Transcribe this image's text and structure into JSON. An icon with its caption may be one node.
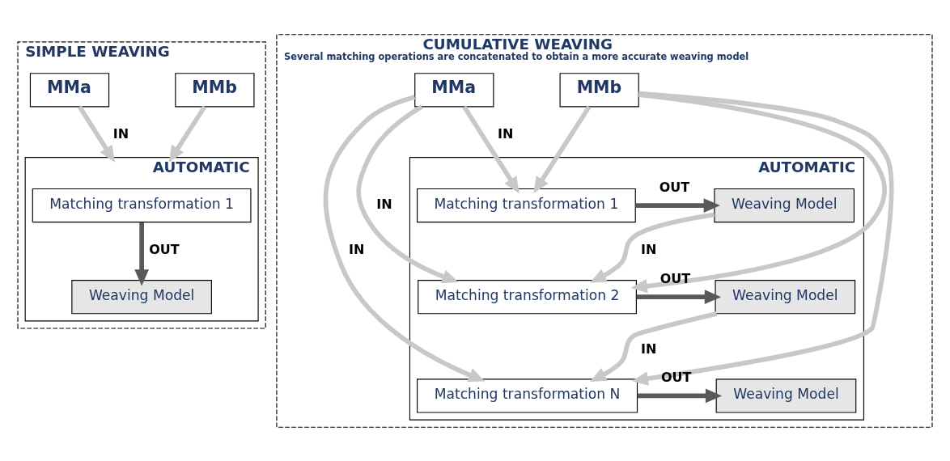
{
  "diagram": {
    "nodes": [
      {
        "text": [
          "SIMPLE WEAVING"
        ]
      },
      {
        "text": [
          "MMa"
        ],
        "in": 0
      },
      {
        "text": [
          "MMb"
        ],
        "in": 0
      },
      {
        "text": [
          "AUTOMATIC"
        ],
        "in": 0
      },
      {
        "text": [
          "Matching transformation 1"
        ],
        "in": 3
      },
      {
        "text": [
          "Weaving Model"
        ],
        "in": 3
      },
      {
        "text": [
          "CUMULATIVE WEAVING",
          "Several matching operations are concatenated to obtain a more accurate weaving model"
        ]
      },
      {
        "text": [
          "MMa"
        ],
        "in": 6
      },
      {
        "text": [
          "MMb"
        ],
        "in": 6
      },
      {
        "text": [
          "AUTOMATIC"
        ],
        "in": 6
      },
      {
        "text": [
          "Matching transformation 1"
        ],
        "in": 9
      },
      {
        "text": [
          "Weaving Model"
        ],
        "in": 9
      },
      {
        "text": [
          "Matching transformation 2"
        ],
        "in": 9
      },
      {
        "text": [
          "Weaving Model"
        ],
        "in": 9
      },
      {
        "text": [
          "Matching transformation N"
        ],
        "in": 9
      },
      {
        "text": [
          "Weaving Model"
        ],
        "in": 9
      }
    ],
    "edges": [
      {
        "from": 1,
        "to": 3,
        "arrow": "to",
        "label": "IN"
      },
      {
        "from": 2,
        "to": 3,
        "arrow": "to"
      },
      {
        "from": 4,
        "to": 5,
        "arrow": "to",
        "label": "OUT",
        "color": "#595959"
      },
      {
        "from": 7,
        "to": 10,
        "arrow": "to",
        "label": "IN"
      },
      {
        "from": 8,
        "to": 10,
        "arrow": "to"
      },
      {
        "from": 10,
        "to": 11,
        "arrow": "to",
        "label": "OUT",
        "color": "#595959"
      },
      {
        "from": 11,
        "to": 12,
        "arrow": "to",
        "label": "IN"
      },
      {
        "from": 7,
        "to": 12,
        "arrow": "to",
        "label": "IN"
      },
      {
        "from": 8,
        "to": 12,
        "arrow": "to"
      },
      {
        "from": 12,
        "to": 13,
        "arrow": "to",
        "label": "OUT",
        "color": "#595959"
      },
      {
        "from": 13,
        "to": 14,
        "arrow": "to",
        "label": "IN"
      },
      {
        "from": 7,
        "to": 14,
        "arrow": "to",
        "label": "IN"
      },
      {
        "from": 8,
        "to": 14,
        "arrow": "to"
      },
      {
        "from": 14,
        "to": 15,
        "arrow": "to",
        "label": "OUT",
        "color": "#595959"
      }
    ]
  }
}
